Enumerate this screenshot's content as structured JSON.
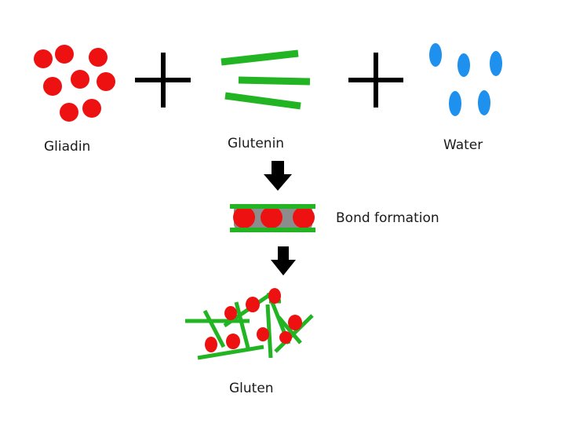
{
  "labels": {
    "gliadin": "Gliadin",
    "glutenin": "Glutenin",
    "water": "Water",
    "bond": "Bond formation",
    "gluten": "Gluten"
  },
  "colors": {
    "gliadin": "#ee1111",
    "glutenin": "#22b422",
    "water": "#1e90ee",
    "bond": "#8c8c8c",
    "arrow": "#000000",
    "plus": "#000000"
  },
  "icons": {
    "plus": "plus-icon",
    "arrow": "arrow-down-icon"
  }
}
